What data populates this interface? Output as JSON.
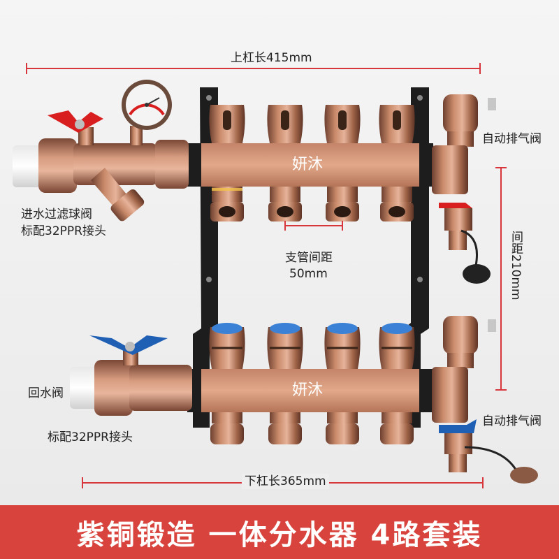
{
  "dimensions": {
    "top_bar": "上杠长415mm",
    "bottom_bar": "下杠长365mm",
    "spacing": "间距210mm",
    "branch_spacing_line1": "支管间距",
    "branch_spacing_line2": "50mm"
  },
  "labels": {
    "inlet_line1": "进水过滤球阀",
    "inlet_line2": "标配32PPR接头",
    "return_valve": "回水阀",
    "return_fitting": "标配32PPR接头",
    "air_vent_top": "自动排气阀",
    "air_vent_bottom": "自动排气阀",
    "brand_top": "妍沐",
    "brand_bottom": "妍沐"
  },
  "banner": {
    "text": "紫铜锻造 一体分水器 4路套装"
  },
  "colors": {
    "dimension_line": "#d6363c",
    "banner_bg": "#d8443d",
    "copper": "#b8795a",
    "bar": "#d59a7c",
    "bracket": "#1d1d1d",
    "red_handle": "#d81e1e",
    "blue_handle": "#1f5fb4"
  }
}
